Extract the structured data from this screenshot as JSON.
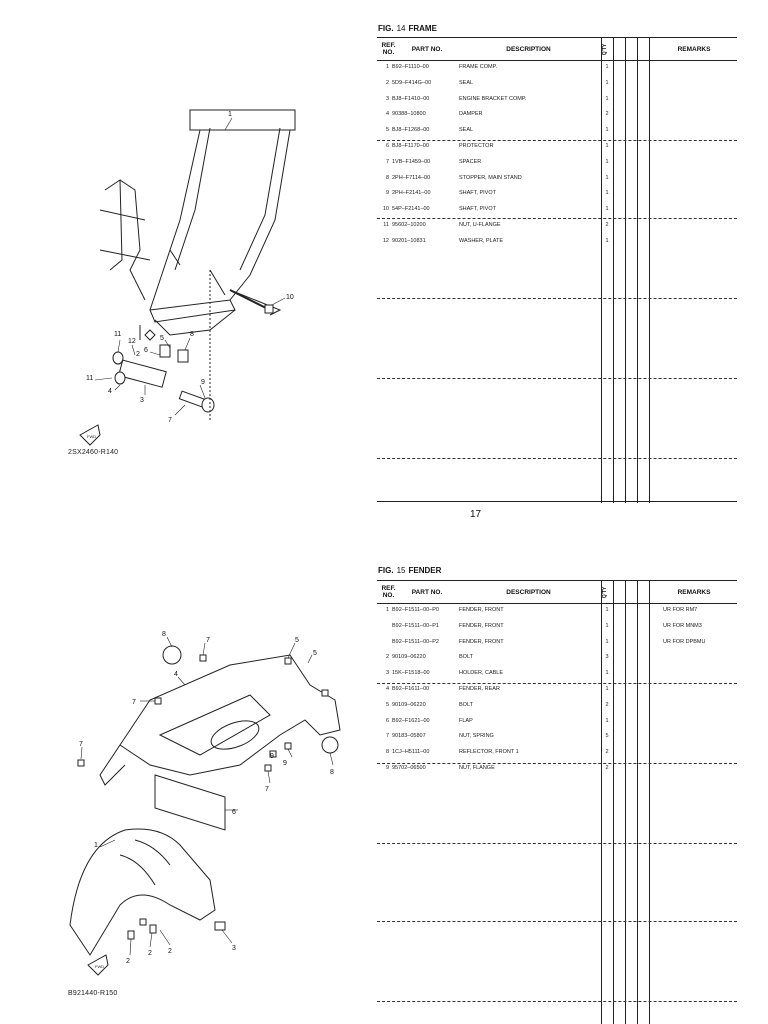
{
  "figures": [
    {
      "fig_word": "FIG.",
      "fig_num": "14",
      "fig_name": "FRAME",
      "diagram_code": "2SX2460-R140",
      "headers": {
        "ref": "REF. NO.",
        "part": "PART NO.",
        "desc": "DESCRIPTION",
        "qty": "Q'TY",
        "remarks": "REMARKS"
      },
      "rows": [
        {
          "ref": "1",
          "part": "B92–F1110–00",
          "desc": "FRAME COMP.",
          "qty": "1",
          "remarks": ""
        },
        {
          "ref": "2",
          "part": "5D9–F414G–00",
          "desc": "SEAL",
          "qty": "1",
          "remarks": ""
        },
        {
          "ref": "3",
          "part": "BJ8–F1410–00",
          "desc": "ENGINE BRACKET COMP.",
          "qty": "1",
          "remarks": ""
        },
        {
          "ref": "4",
          "part": "90388–10800",
          "desc": "DAMPER",
          "qty": "2",
          "remarks": ""
        },
        {
          "ref": "5",
          "part": "BJ8–F1268–00",
          "desc": "SEAL",
          "qty": "1",
          "remarks": ""
        },
        {
          "ref": "6",
          "part": "BJ8–F1170–00",
          "desc": "PROTECTOR",
          "qty": "1",
          "remarks": ""
        },
        {
          "ref": "7",
          "part": "1VB–F1459–00",
          "desc": "SPACER",
          "qty": "1",
          "remarks": ""
        },
        {
          "ref": "8",
          "part": "2PH–F7114–00",
          "desc": "STOPPER, MAIN STAND",
          "qty": "1",
          "remarks": ""
        },
        {
          "ref": "9",
          "part": "2PH–F2141–00",
          "desc": "SHAFT, PIVOT",
          "qty": "1",
          "remarks": ""
        },
        {
          "ref": "10",
          "part": "54P–F2141–00",
          "desc": "SHAFT, PIVOT",
          "qty": "1",
          "remarks": ""
        },
        {
          "ref": "11",
          "part": "95602–10200",
          "desc": "NUT, U-FLANGE",
          "qty": "2",
          "remarks": ""
        },
        {
          "ref": "12",
          "part": "90201–10831",
          "desc": "WASHER, PLATE",
          "qty": "1",
          "remarks": ""
        }
      ]
    },
    {
      "fig_word": "FIG.",
      "fig_num": "15",
      "fig_name": "FENDER",
      "diagram_code": "B921440-R150",
      "headers": {
        "ref": "REF. NO.",
        "part": "PART NO.",
        "desc": "DESCRIPTION",
        "qty": "Q'TY",
        "remarks": "REMARKS"
      },
      "rows": [
        {
          "ref": "1",
          "part": "B92–F1511–00–P0",
          "desc": "FENDER, FRONT",
          "qty": "1",
          "remarks": "UR FOR RM7"
        },
        {
          "ref": "",
          "part": "B92–F1511–00–P1",
          "desc": "FENDER, FRONT",
          "qty": "1",
          "remarks": "UR FOR MNM3"
        },
        {
          "ref": "",
          "part": "B92–F1511–00–P2",
          "desc": "FENDER, FRONT",
          "qty": "1",
          "remarks": "UR FOR DPBMU"
        },
        {
          "ref": "2",
          "part": "90109–06220",
          "desc": "BOLT",
          "qty": "3",
          "remarks": ""
        },
        {
          "ref": "3",
          "part": "15K–F1518–00",
          "desc": "HOLDER, CABLE",
          "qty": "1",
          "remarks": ""
        },
        {
          "ref": "4",
          "part": "B92–F1611–00",
          "desc": "FENDER, REAR",
          "qty": "1",
          "remarks": ""
        },
        {
          "ref": "5",
          "part": "90109–06220",
          "desc": "BOLT",
          "qty": "2",
          "remarks": ""
        },
        {
          "ref": "6",
          "part": "B92–F1621–00",
          "desc": "FLAP",
          "qty": "1",
          "remarks": ""
        },
        {
          "ref": "7",
          "part": "90183–05807",
          "desc": "NUT, SPRING",
          "qty": "5",
          "remarks": ""
        },
        {
          "ref": "8",
          "part": "1CJ–H5111–00",
          "desc": "REFLECTOR, FRONT 1",
          "qty": "2",
          "remarks": ""
        },
        {
          "ref": "9",
          "part": "95702–06500",
          "desc": "NUT, FLANGE",
          "qty": "2",
          "remarks": ""
        }
      ]
    }
  ],
  "page_number": "17",
  "callouts_frame": [
    "1",
    "10",
    "11",
    "12",
    "6",
    "5",
    "8",
    "2",
    "4",
    "3",
    "9",
    "7",
    "11"
  ],
  "callouts_fender": [
    "8",
    "7",
    "5",
    "5",
    "4",
    "7",
    "7",
    "9",
    "9",
    "7",
    "6",
    "8",
    "1",
    "2",
    "2",
    "2",
    "3"
  ]
}
